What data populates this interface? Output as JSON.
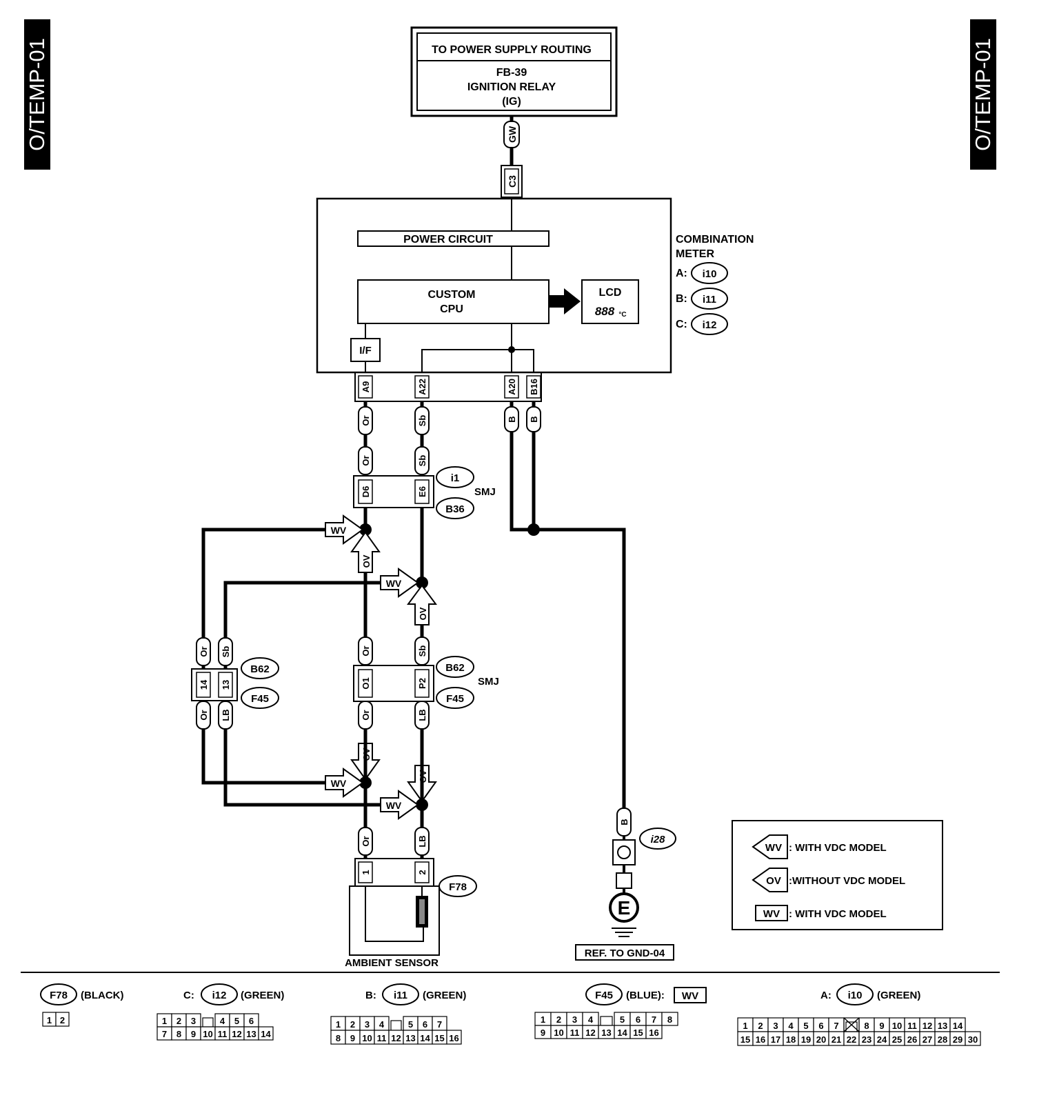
{
  "side_tab_left": "O/TEMP-01",
  "side_tab_right": "O/TEMP-01",
  "supply": {
    "title": "TO POWER SUPPLY ROUTING",
    "line1": "FB-39",
    "line2": "IGNITION RELAY",
    "line3": "(IG)"
  },
  "wires": {
    "gw": "GW",
    "or": "Or",
    "sb": "Sb",
    "b": "B",
    "lb": "LB"
  },
  "pins": {
    "c3": "C3",
    "a9": "A9",
    "a22": "A22",
    "a20": "A20",
    "b16": "B16",
    "d6": "D6",
    "e6": "E6",
    "o1": "O1",
    "p2": "P2",
    "p14": "14",
    "p13": "13",
    "s1": "1",
    "s2": "2"
  },
  "meter": {
    "power_circuit": "POWER CIRCUIT",
    "cpu1": "CUSTOM",
    "cpu2": "CPU",
    "lcd": "LCD",
    "lcd_digits": "888",
    "lcd_unit": "°C",
    "interface": "I/F",
    "name1": "COMBINATION",
    "name2": "METER",
    "conn_a_letter": "A:",
    "conn_a": "i10",
    "conn_b_letter": "B:",
    "conn_b": "i11",
    "conn_c_letter": "C:",
    "conn_c": "i12"
  },
  "connectors": {
    "i1": "i1",
    "b36": "B36",
    "b62": "B62",
    "f45": "F45",
    "f78": "F78",
    "i28": "i28",
    "smj": "SMJ"
  },
  "tags": {
    "wv": "WV",
    "ov": "OV"
  },
  "sensor_label": "AMBIENT SENSOR",
  "ground": {
    "symbol": "E",
    "ref": "REF. TO GND-04"
  },
  "legend": [
    {
      "tag": "WV",
      "text": ": WITH VDC MODEL"
    },
    {
      "tag": "OV",
      "text": ":WITHOUT VDC MODEL"
    },
    {
      "tag": "WV",
      "text": ": WITH VDC MODEL"
    }
  ],
  "footer": {
    "f78": {
      "id": "F78",
      "color": "(BLACK)",
      "rows": [
        [
          "1",
          "2"
        ]
      ]
    },
    "i12": {
      "prefix": "C:",
      "id": "i12",
      "color": "(GREEN)",
      "rows": [
        [
          "1",
          "2",
          "3",
          "",
          "4",
          "5",
          "6"
        ],
        [
          "7",
          "8",
          "9",
          "10",
          "11",
          "12",
          "13",
          "14"
        ]
      ]
    },
    "i11": {
      "prefix": "B:",
      "id": "i11",
      "color": "(GREEN)",
      "rows": [
        [
          "1",
          "2",
          "3",
          "4",
          "",
          "5",
          "6",
          "7"
        ],
        [
          "8",
          "9",
          "10",
          "11",
          "12",
          "13",
          "14",
          "15",
          "16"
        ]
      ]
    },
    "f45": {
      "id": "F45",
      "color": "(BLUE):",
      "tag": "WV",
      "rows": [
        [
          "1",
          "2",
          "3",
          "4",
          "",
          "5",
          "6",
          "7",
          "8"
        ],
        [
          "9",
          "10",
          "11",
          "12",
          "13",
          "14",
          "15",
          "16"
        ]
      ]
    },
    "i10": {
      "prefix": "A:",
      "id": "i10",
      "color": "(GREEN)",
      "rows": [
        [
          "1",
          "2",
          "3",
          "4",
          "5",
          "6",
          "7",
          "",
          "8",
          "9",
          "10",
          "11",
          "12",
          "13",
          "14"
        ],
        [
          "15",
          "16",
          "17",
          "18",
          "19",
          "20",
          "21",
          "22",
          "23",
          "24",
          "25",
          "26",
          "27",
          "28",
          "29",
          "30"
        ]
      ]
    }
  }
}
